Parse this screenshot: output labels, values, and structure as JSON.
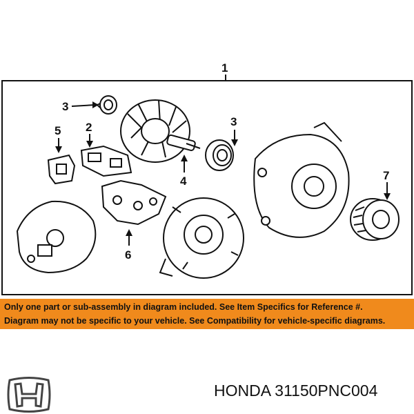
{
  "diagram": {
    "callouts": {
      "c1": "1",
      "c2": "2",
      "c3a": "3",
      "c3b": "3",
      "c4": "4",
      "c5": "5",
      "c6": "6",
      "c7": "7"
    }
  },
  "banner": {
    "line1": "Only one part or sub-assembly in diagram included. See Item Specifics for Reference #.",
    "line2": "Diagram may not be specific to your vehicle. See Compatibility for vehicle-specific diagrams."
  },
  "brand": {
    "logo_icon": "honda-h-logo",
    "part_label": "HONDA 31150PNC004"
  },
  "colors": {
    "banner_bg": "#f08a1c",
    "line_art": "#111111"
  }
}
